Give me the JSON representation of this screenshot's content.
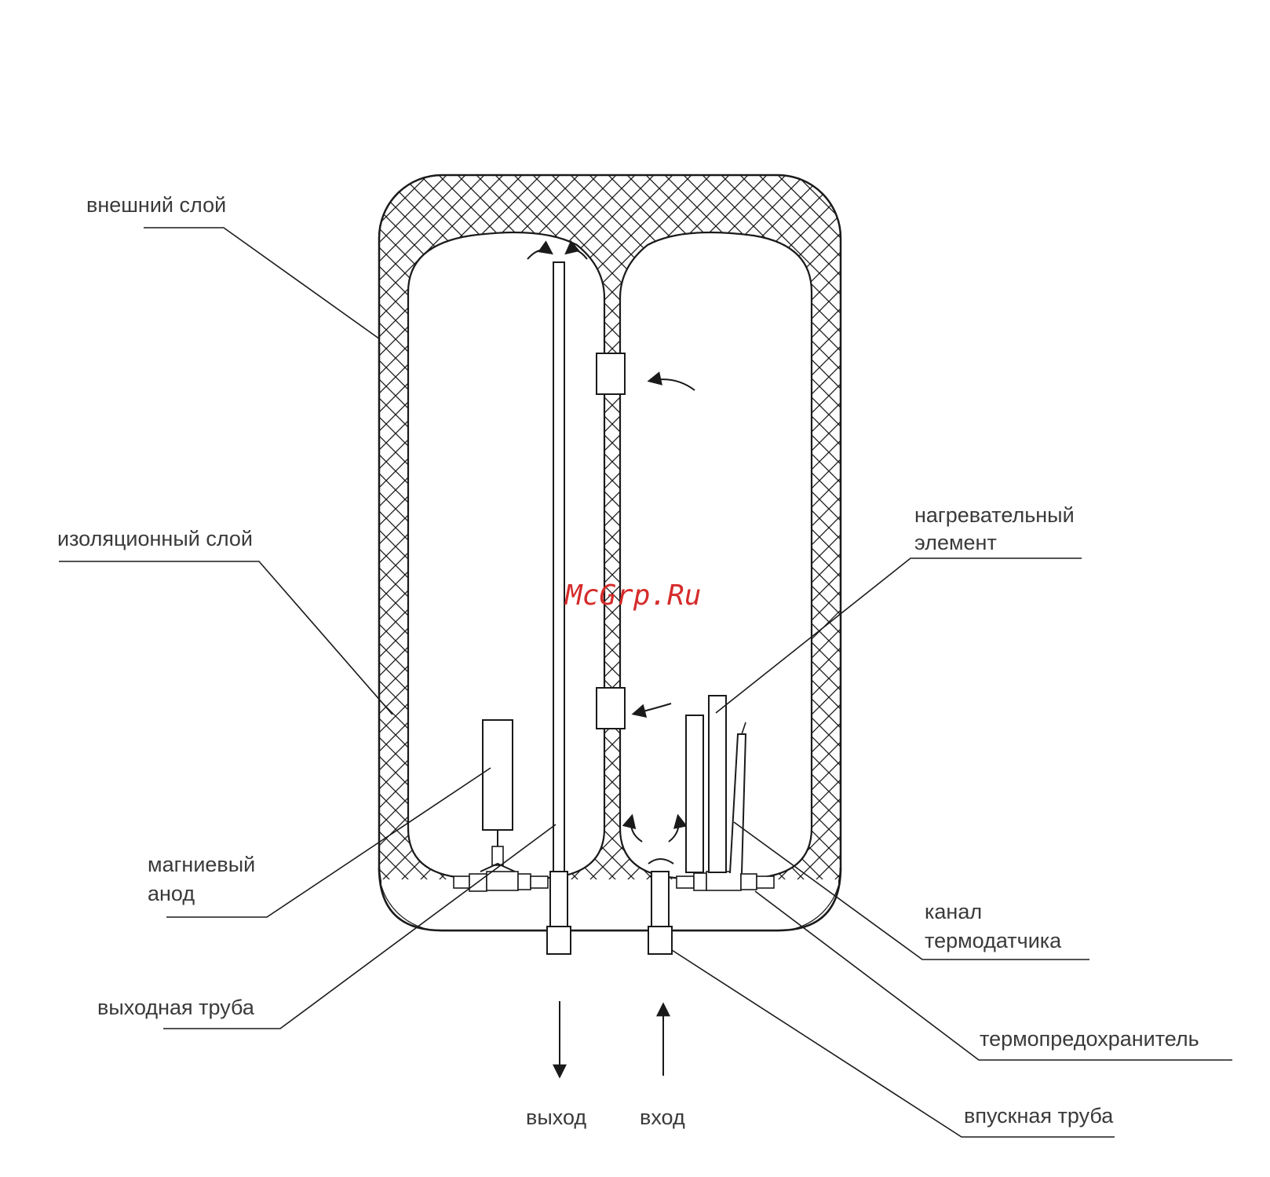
{
  "labels": {
    "outer_layer": "внешний слой",
    "insulation_layer": "изоляционный слой",
    "heating_element_1": "нагревательный",
    "heating_element_2": "элемент",
    "magnesium_anode_1": "магниевый",
    "magnesium_anode_2": "анод",
    "sensor_channel_1": "канал",
    "sensor_channel_2": "термодатчика",
    "outlet_pipe": "выходная труба",
    "thermal_fuse": "термопредохранитель",
    "inlet_pipe": "впускная труба",
    "outlet": "выход",
    "inlet": "вход"
  },
  "watermark": "McGrp.Ru",
  "colors": {
    "line": "#1a1a1a",
    "text": "#3a3a3a",
    "watermark": "#d52b2b",
    "background": "#ffffff"
  }
}
